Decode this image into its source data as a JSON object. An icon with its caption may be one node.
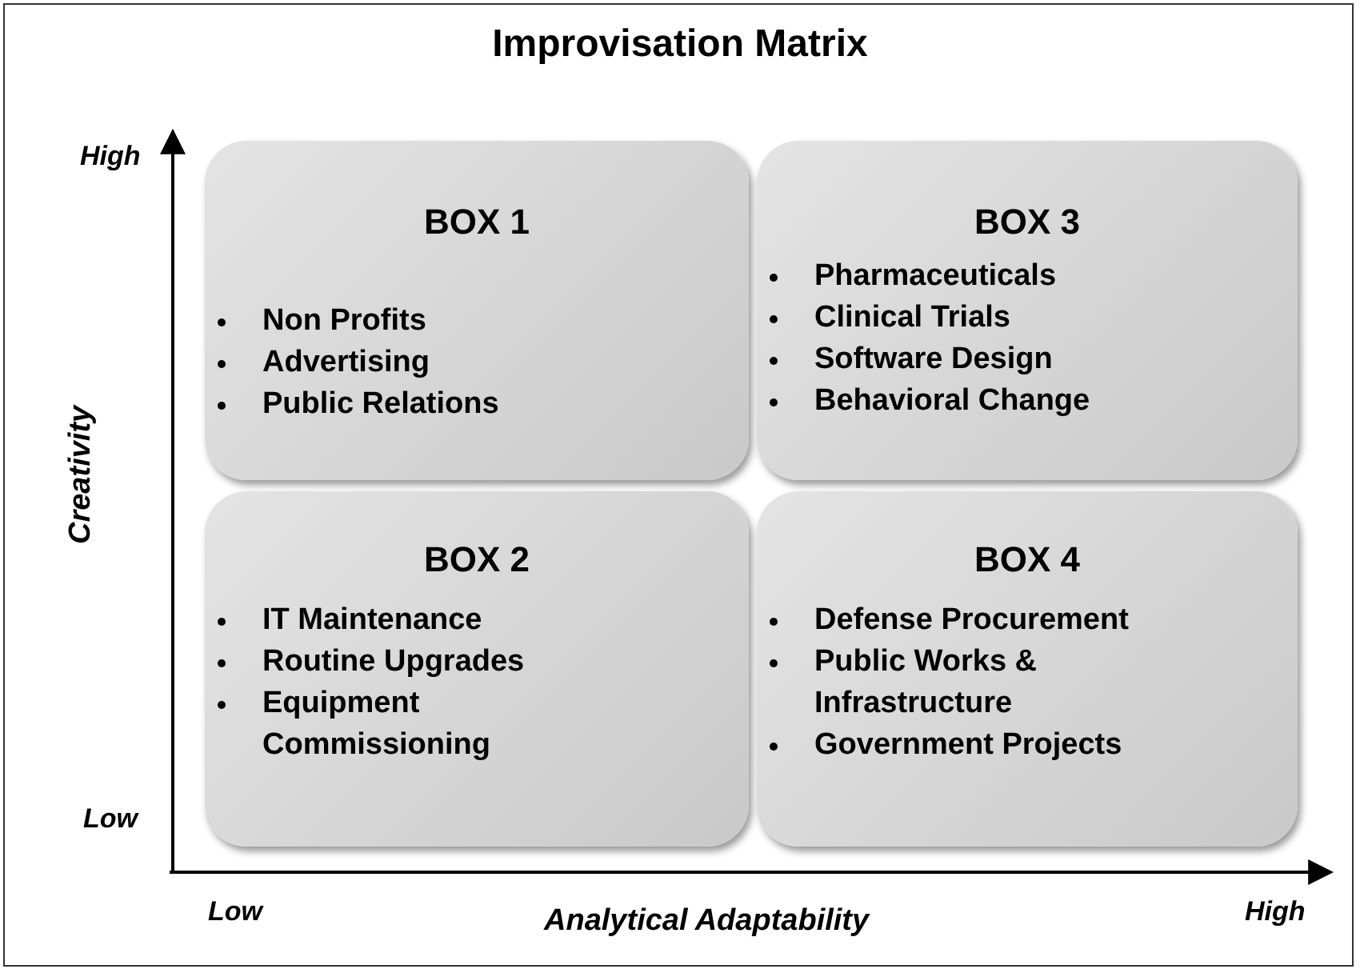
{
  "diagram": {
    "title": "Improvisation Matrix",
    "nodes": [
      {
        "text": [
          "BOX 1",
          "Non Profits",
          "Advertising",
          "Public Relations"
        ]
      },
      {
        "text": [
          "BOX 3",
          "Pharmaceuticals",
          "Clinical Trials",
          "Software Design",
          "Behavioral Change"
        ]
      },
      {
        "text": [
          "BOX 2",
          "IT Maintenance",
          "Routine Upgrades",
          "Equipment Commissioning"
        ]
      },
      {
        "text": [
          "BOX 4",
          "Defense Procurement",
          "Public Works & Infrastructure",
          "Government Projects"
        ]
      }
    ],
    "edges": [],
    "labels": [
      "High",
      "Creativity",
      "Low",
      "Low",
      "Analytical Adaptability",
      "High"
    ]
  }
}
